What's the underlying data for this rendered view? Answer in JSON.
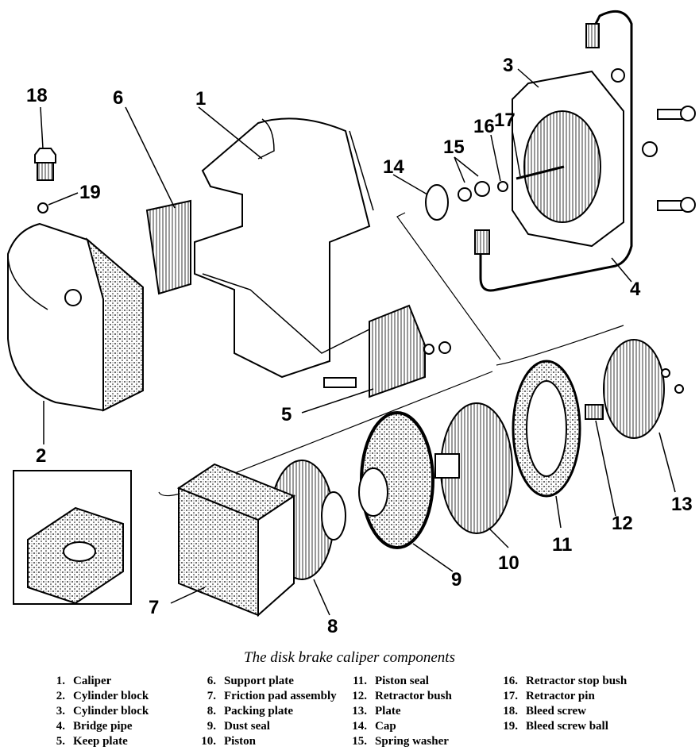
{
  "caption": "The disk brake caliper components",
  "callouts": [
    "1",
    "2",
    "3",
    "4",
    "5",
    "6",
    "7",
    "8",
    "9",
    "10",
    "11",
    "12",
    "13",
    "14",
    "15",
    "16",
    "17",
    "18",
    "19"
  ],
  "legend": {
    "columns": [
      [
        {
          "num": "1.",
          "label": "Caliper"
        },
        {
          "num": "2.",
          "label": "Cylinder block"
        },
        {
          "num": "3.",
          "label": "Cylinder block"
        },
        {
          "num": "4.",
          "label": "Bridge pipe"
        },
        {
          "num": "5.",
          "label": "Keep plate"
        }
      ],
      [
        {
          "num": "6.",
          "label": "Support plate"
        },
        {
          "num": "7.",
          "label": "Friction pad assembly"
        },
        {
          "num": "8.",
          "label": "Packing plate"
        },
        {
          "num": "9.",
          "label": "Dust seal"
        },
        {
          "num": "10.",
          "label": "Piston"
        }
      ],
      [
        {
          "num": "11.",
          "label": "Piston seal"
        },
        {
          "num": "12.",
          "label": "Retractor bush"
        },
        {
          "num": "13.",
          "label": "Plate"
        },
        {
          "num": "14.",
          "label": "Cap"
        },
        {
          "num": "15.",
          "label": "Spring washer"
        }
      ],
      [
        {
          "num": "16.",
          "label": "Retractor stop bush"
        },
        {
          "num": "17.",
          "label": "Retractor pin"
        },
        {
          "num": "18.",
          "label": "Bleed screw"
        },
        {
          "num": "19.",
          "label": "Bleed screw ball"
        }
      ]
    ]
  }
}
